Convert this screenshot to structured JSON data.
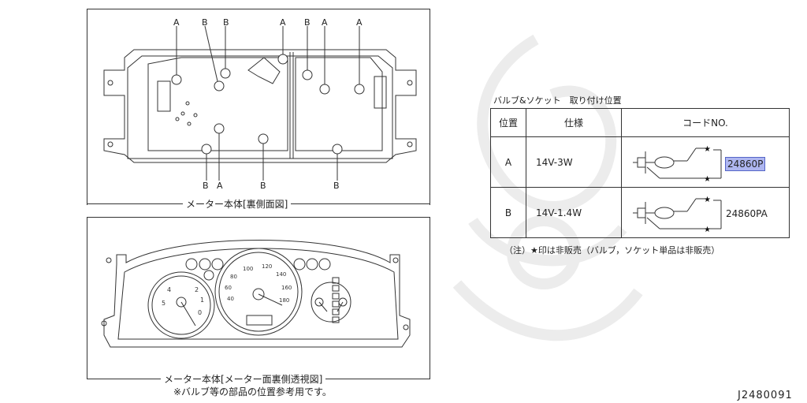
{
  "top_panel": {
    "caption": "メーター本体[裏側面図]",
    "top_labels": [
      "A",
      "B",
      "B",
      "A",
      "B",
      "A",
      "A"
    ],
    "bottom_labels": [
      "B",
      "A",
      "B",
      "B"
    ]
  },
  "bottom_panel": {
    "caption": "メーター本体[メーター面裏側透視図]",
    "note": "※バルブ等の部品の位置参考用です。"
  },
  "table": {
    "title": "バルブ&ソケット　取り付け位置",
    "headers": [
      "位置",
      "仕様",
      "コードNO."
    ],
    "rows": [
      {
        "position": "A",
        "spec": "14V-3W",
        "code": "24860P",
        "highlighted": true
      },
      {
        "position": "B",
        "spec": "14V-1.4W",
        "code": "24860PA",
        "highlighted": false
      }
    ],
    "note": "（注）★印は非販売（バルブ，ソケット単品は非販売）"
  },
  "diagram_id": "J2480091",
  "colors": {
    "highlight": "#aeb6f0",
    "line": "#333333"
  }
}
